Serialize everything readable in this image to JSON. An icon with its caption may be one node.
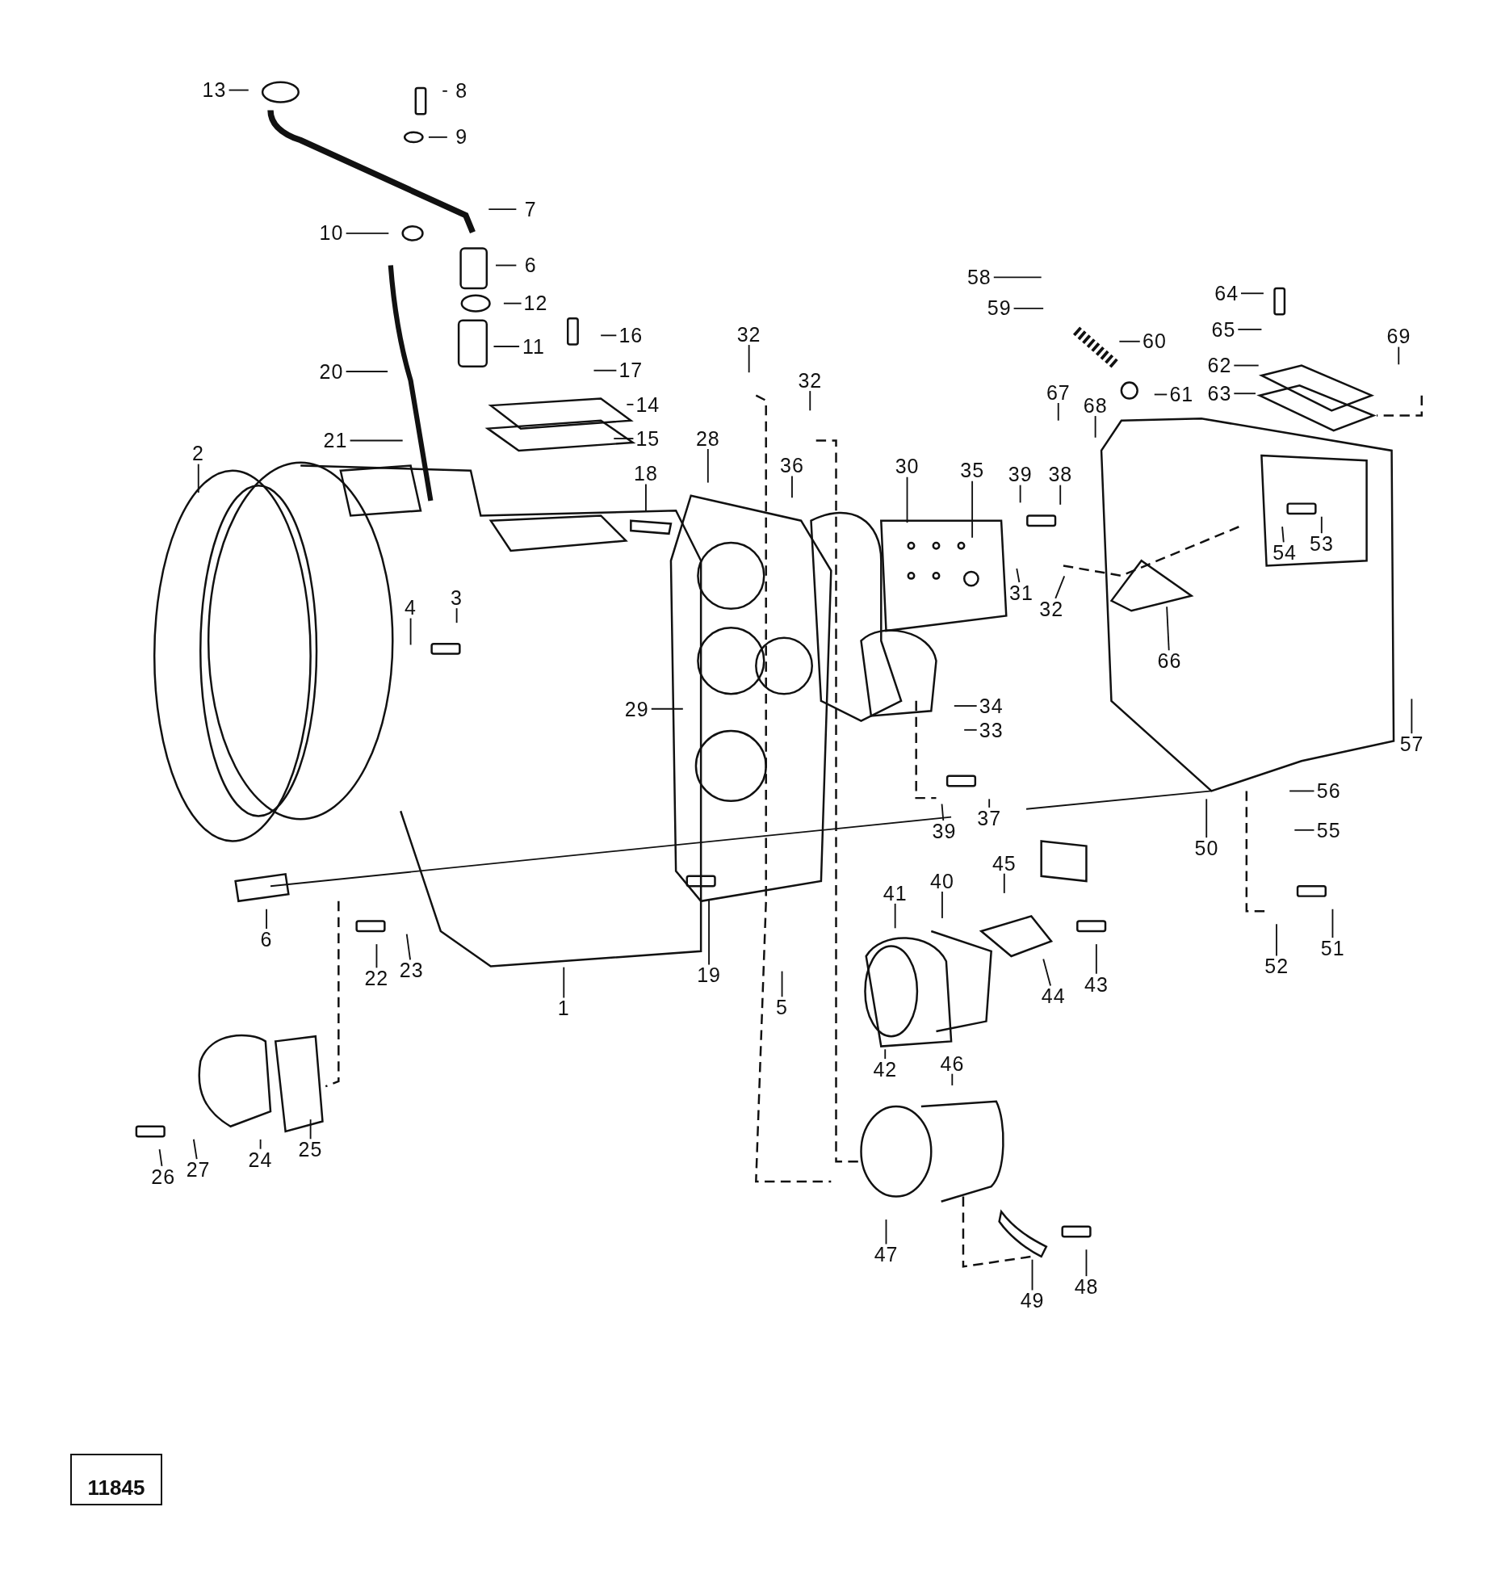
{
  "diagram": {
    "nodes": [
      {
        "text": [
          "13"
        ]
      },
      {
        "text": [
          "8"
        ]
      },
      {
        "text": [
          "9"
        ]
      },
      {
        "text": [
          "7"
        ]
      },
      {
        "text": [
          "10"
        ]
      },
      {
        "text": [
          "6"
        ]
      },
      {
        "text": [
          "12"
        ]
      },
      {
        "text": [
          "11"
        ]
      },
      {
        "text": [
          "16"
        ]
      },
      {
        "text": [
          "17"
        ]
      },
      {
        "text": [
          "20"
        ]
      },
      {
        "text": [
          "14"
        ]
      },
      {
        "text": [
          "15"
        ]
      },
      {
        "text": [
          "21"
        ]
      },
      {
        "text": [
          "2"
        ]
      },
      {
        "text": [
          "28"
        ]
      },
      {
        "text": [
          "18"
        ]
      },
      {
        "text": [
          "32"
        ]
      },
      {
        "text": [
          "32"
        ]
      },
      {
        "text": [
          "36"
        ]
      },
      {
        "text": [
          "30"
        ]
      },
      {
        "text": [
          "35"
        ]
      },
      {
        "text": [
          "39"
        ]
      },
      {
        "text": [
          "38"
        ]
      },
      {
        "text": [
          "67"
        ]
      },
      {
        "text": [
          "68"
        ]
      },
      {
        "text": [
          "58"
        ]
      },
      {
        "text": [
          "59"
        ]
      },
      {
        "text": [
          "60"
        ]
      },
      {
        "text": [
          "61"
        ]
      },
      {
        "text": [
          "64"
        ]
      },
      {
        "text": [
          "65"
        ]
      },
      {
        "text": [
          "62"
        ]
      },
      {
        "text": [
          "63"
        ]
      },
      {
        "text": [
          "69"
        ]
      },
      {
        "text": [
          "4"
        ]
      },
      {
        "text": [
          "3"
        ]
      },
      {
        "text": [
          "29"
        ]
      },
      {
        "text": [
          "31"
        ]
      },
      {
        "text": [
          "32"
        ]
      },
      {
        "text": [
          "54"
        ]
      },
      {
        "text": [
          "53"
        ]
      },
      {
        "text": [
          "66"
        ]
      },
      {
        "text": [
          "34"
        ]
      },
      {
        "text": [
          "33"
        ]
      },
      {
        "text": [
          "57"
        ]
      },
      {
        "text": [
          "37"
        ]
      },
      {
        "text": [
          "39"
        ]
      },
      {
        "text": [
          "56"
        ]
      },
      {
        "text": [
          "55"
        ]
      },
      {
        "text": [
          "50"
        ]
      },
      {
        "text": [
          "6"
        ]
      },
      {
        "text": [
          "22"
        ]
      },
      {
        "text": [
          "23"
        ]
      },
      {
        "text": [
          "1"
        ]
      },
      {
        "text": [
          "19"
        ]
      },
      {
        "text": [
          "5"
        ]
      },
      {
        "text": [
          "45"
        ]
      },
      {
        "text": [
          "41"
        ]
      },
      {
        "text": [
          "40"
        ]
      },
      {
        "text": [
          "43"
        ]
      },
      {
        "text": [
          "44"
        ]
      },
      {
        "text": [
          "52"
        ]
      },
      {
        "text": [
          "51"
        ]
      },
      {
        "text": [
          "42"
        ]
      },
      {
        "text": [
          "46"
        ]
      },
      {
        "text": [
          "47"
        ]
      },
      {
        "text": [
          "49"
        ]
      },
      {
        "text": [
          "48"
        ]
      },
      {
        "text": [
          "24"
        ]
      },
      {
        "text": [
          "25"
        ]
      },
      {
        "text": [
          "26"
        ]
      },
      {
        "text": [
          "27"
        ]
      }
    ],
    "edges": [
      {
        "from": 0,
        "to": null,
        "arrow": "none"
      },
      {
        "from": 1,
        "to": null,
        "arrow": "none"
      },
      {
        "from": 2,
        "to": null,
        "arrow": "none"
      },
      {
        "from": 3,
        "to": null,
        "arrow": "none"
      },
      {
        "from": 4,
        "to": null,
        "arrow": "none"
      },
      {
        "from": 5,
        "to": null,
        "arrow": "none"
      },
      {
        "from": 6,
        "to": null,
        "arrow": "none"
      },
      {
        "from": 7,
        "to": null,
        "arrow": "none"
      },
      {
        "from": 8,
        "to": null,
        "arrow": "none"
      },
      {
        "from": 9,
        "to": null,
        "arrow": "none"
      },
      {
        "from": 10,
        "to": null,
        "arrow": "none"
      },
      {
        "from": 11,
        "to": null,
        "arrow": "none"
      },
      {
        "from": 12,
        "to": null,
        "arrow": "none"
      },
      {
        "from": 13,
        "to": null,
        "arrow": "none"
      },
      {
        "from": 14,
        "to": null,
        "arrow": "none"
      },
      {
        "from": 15,
        "to": null,
        "arrow": "none"
      },
      {
        "from": 16,
        "to": null,
        "arrow": "none"
      },
      {
        "from": 17,
        "to": null,
        "arrow": "none"
      },
      {
        "from": 18,
        "to": null,
        "arrow": "none"
      },
      {
        "from": 19,
        "to": null,
        "arrow": "none"
      },
      {
        "from": 20,
        "to": null,
        "arrow": "none"
      },
      {
        "from": 21,
        "to": null,
        "arrow": "none"
      },
      {
        "from": 22,
        "to": null,
        "arrow": "none"
      },
      {
        "from": 23,
        "to": null,
        "arrow": "none"
      },
      {
        "from": 24,
        "to": null,
        "arrow": "none"
      },
      {
        "from": 25,
        "to": null,
        "arrow": "none"
      },
      {
        "from": 26,
        "to": null,
        "arrow": "none"
      },
      {
        "from": 27,
        "to": null,
        "arrow": "none"
      },
      {
        "from": 28,
        "to": null,
        "arrow": "none"
      },
      {
        "from": 29,
        "to": null,
        "arrow": "none"
      },
      {
        "from": 30,
        "to": null,
        "arrow": "none"
      },
      {
        "from": 31,
        "to": null,
        "arrow": "none"
      },
      {
        "from": 32,
        "to": null,
        "arrow": "none"
      },
      {
        "from": 33,
        "to": null,
        "arrow": "none"
      },
      {
        "from": 34,
        "to": null,
        "arrow": "none"
      },
      {
        "from": 35,
        "to": null,
        "arrow": "none"
      },
      {
        "from": 36,
        "to": null,
        "arrow": "none"
      },
      {
        "from": 37,
        "to": null,
        "arrow": "none"
      },
      {
        "from": 38,
        "to": null,
        "arrow": "none"
      },
      {
        "from": 39,
        "to": null,
        "arrow": "none"
      },
      {
        "from": 40,
        "to": null,
        "arrow": "none"
      },
      {
        "from": 41,
        "to": null,
        "arrow": "none"
      },
      {
        "from": 42,
        "to": null,
        "arrow": "none"
      },
      {
        "from": 43,
        "to": null,
        "arrow": "none"
      },
      {
        "from": 44,
        "to": null,
        "arrow": "none"
      },
      {
        "from": 45,
        "to": null,
        "arrow": "none"
      },
      {
        "from": 46,
        "to": null,
        "arrow": "none"
      },
      {
        "from": 47,
        "to": null,
        "arrow": "none"
      },
      {
        "from": 48,
        "to": null,
        "arrow": "none"
      },
      {
        "from": 49,
        "to": null,
        "arrow": "none"
      },
      {
        "from": 50,
        "to": null,
        "arrow": "none"
      },
      {
        "from": 51,
        "to": null,
        "arrow": "none"
      },
      {
        "from": 52,
        "to": null,
        "arrow": "none"
      },
      {
        "from": 53,
        "to": null,
        "arrow": "none"
      },
      {
        "from": 54,
        "to": null,
        "arrow": "none"
      },
      {
        "from": 55,
        "to": null,
        "arrow": "none"
      },
      {
        "from": 56,
        "to": null,
        "arrow": "none"
      },
      {
        "from": 57,
        "to": null,
        "arrow": "none"
      },
      {
        "from": 58,
        "to": null,
        "arrow": "none"
      },
      {
        "from": 59,
        "to": null,
        "arrow": "none"
      },
      {
        "from": 60,
        "to": null,
        "arrow": "none"
      },
      {
        "from": 61,
        "to": null,
        "arrow": "none"
      },
      {
        "from": 62,
        "to": null,
        "arrow": "none"
      },
      {
        "from": 63,
        "to": null,
        "arrow": "none"
      },
      {
        "from": 64,
        "to": null,
        "arrow": "none"
      },
      {
        "from": 65,
        "to": null,
        "arrow": "none"
      },
      {
        "from": 66,
        "to": null,
        "arrow": "none"
      },
      {
        "from": 67,
        "to": null,
        "arrow": "none"
      },
      {
        "from": 68,
        "to": null,
        "arrow": "none"
      },
      {
        "from": 69,
        "to": null,
        "arrow": "none"
      },
      {
        "from": 70,
        "to": null,
        "arrow": "none"
      },
      {
        "from": 71,
        "to": null,
        "arrow": "none"
      },
      {
        "from": 72,
        "to": null,
        "arrow": "none"
      }
    ],
    "labels": [
      "11845"
    ]
  }
}
